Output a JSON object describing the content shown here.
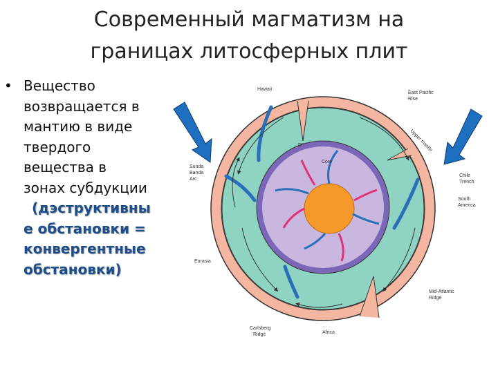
{
  "title": {
    "line1": "Современный магматизм на",
    "line2": "границах литосферных плит"
  },
  "bullet": {
    "marker": "•",
    "lines": [
      "Вещество",
      "возвращается в",
      "мантию в виде",
      "твердого",
      "вещества в",
      "зонах субдукции"
    ],
    "emphasis_lines": [
      "(дэструктивны",
      "е обстановки =",
      "конвергентные",
      "обстановки)"
    ]
  },
  "diagram": {
    "labels": {
      "hawaii": "Hawaii",
      "east_pacific_rise_1": "East Pacific",
      "east_pacific_rise_2": "Rise",
      "sunda_1": "Sunda",
      "sunda_2": "Banda",
      "sunda_3": "Arc",
      "chile_1": "Chile",
      "chile_2": "Trench",
      "south_america_1": "South",
      "south_america_2": "America",
      "eurasia": "Eurasia",
      "mid_atlantic_1": "Mid-Atlantic",
      "mid_atlantic_2": "Ridge",
      "carlsberg_1": "Carlsberg",
      "carlsberg_2": "Ridge",
      "africa": "Africa",
      "core": "Core",
      "d_layer": "D\"",
      "mantle_text": "Upper mantle"
    },
    "colors": {
      "crust": "#f4b6a0",
      "mantle": "#8fd3c2",
      "lower_mantle": "#c9b7e0",
      "core": "#f59a2a",
      "cold_plume": "#2b6fb8",
      "hot_plume": "#e0307a",
      "arrow": "#1f6fc0"
    }
  }
}
